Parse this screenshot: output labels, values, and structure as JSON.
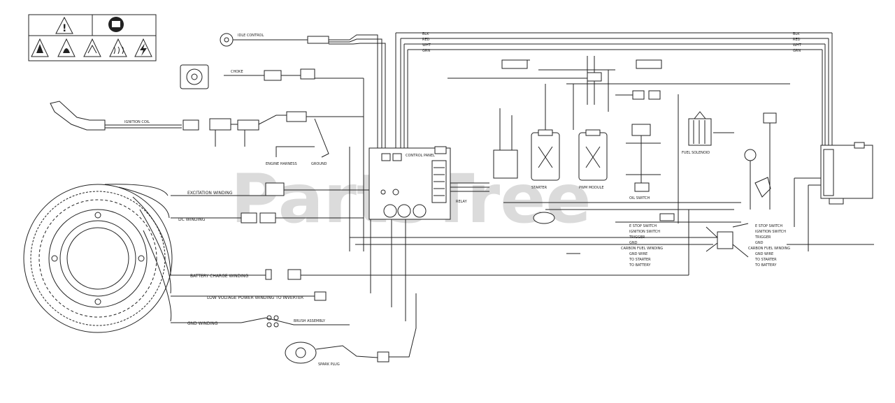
{
  "watermark": "PartsTree",
  "labels": {
    "ground_lead": "GROUND",
    "brush_assy": "BRUSH ASSEMBLY",
    "battery_charge": "BATTERY CHARGE WINDING",
    "dc_winding": "DC WINDING",
    "low_voltage_winding": "LOW VOLTAGE POWER WINDING TO INVERTER",
    "gnd_winding": "GND WINDING",
    "excitation_winding": "EXCITATION WINDING",
    "fuel_solenoid": "FUEL SOLENOID",
    "idle_control": "IDLE CONTROL",
    "engine_harness": "ENGINE HARNESS",
    "control_panel": "CONTROL PANEL",
    "relay": "RELAY",
    "oil_switch": "OIL SWITCH",
    "pwm_module": "PWM MODULE",
    "starter": "STARTER",
    "choke": "CHOKE",
    "ignition_coil": "IGNITION COIL",
    "spark_plug": "SPARK PLUG"
  },
  "harness_right": [
    "E STOP SWITCH",
    "IGNITION SWITCH",
    "TRIGGER",
    "GND",
    "CARBON FUEL WINDING",
    "GND WIRE",
    "TO STARTER",
    "TO BATTERY"
  ],
  "harness_left": [
    "E STOP SWITCH",
    "IGNITION SWITCH",
    "TRIGGER",
    "GND",
    "CARBON FUEL WINDING",
    "GND WIRE",
    "TO STARTER",
    "TO BATTERY"
  ],
  "bus_tags": {
    "top_left": [
      "BLK",
      "RED",
      "WHT",
      "GRN"
    ],
    "top_right": [
      "BLK",
      "RED",
      "WHT",
      "GRN"
    ]
  }
}
